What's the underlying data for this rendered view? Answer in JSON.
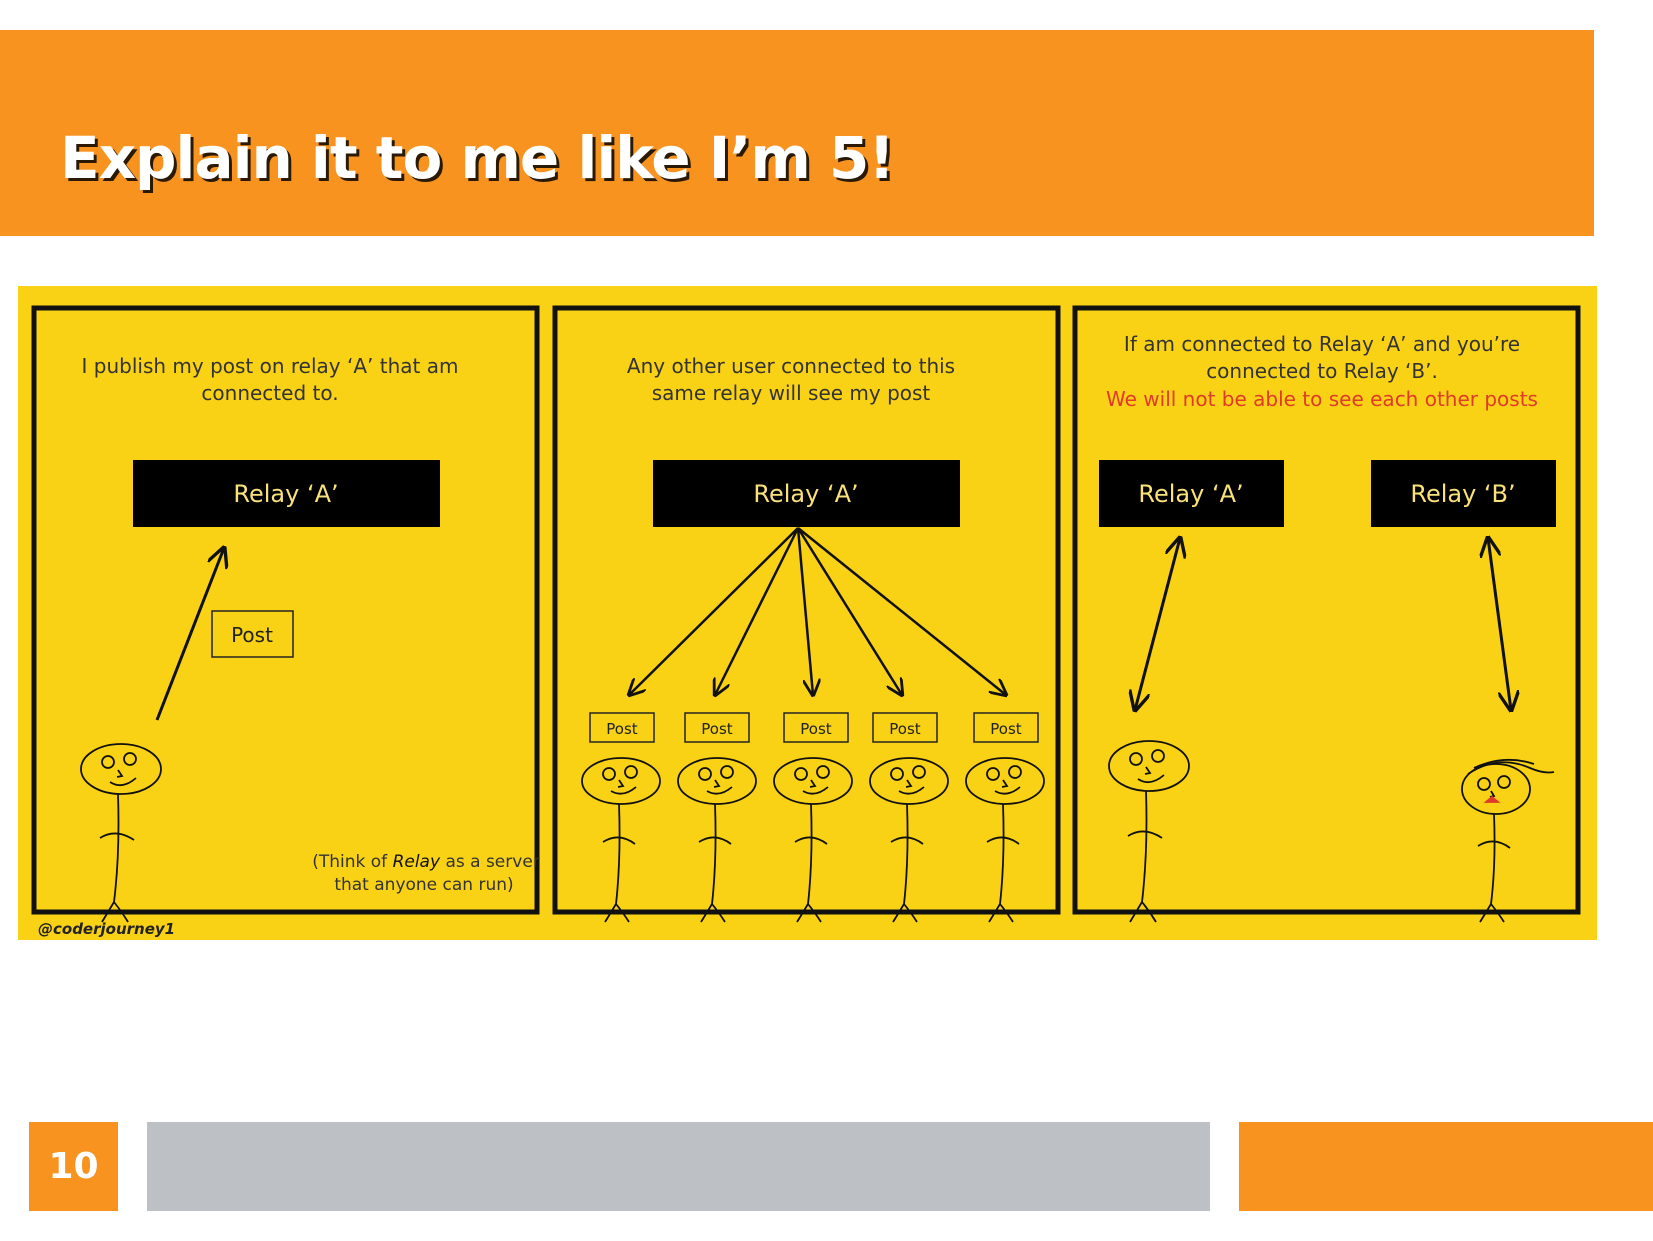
{
  "slide": {
    "title": "Explain it to me like I’m 5!",
    "page_number": "10"
  },
  "colors": {
    "accent_orange": "#f7931e",
    "footer_gray": "#bdc1c6",
    "comic_yellow": "#f9d215",
    "warning_red": "#e03a2a"
  },
  "comic": {
    "panel1": {
      "caption_line1": "I publish my post on relay ‘A’ that am",
      "caption_line2": "connected to.",
      "relay_label": "Relay ‘A’",
      "post_label": "Post",
      "note_line1_pre": "(Think of ",
      "note_line1_em": "Relay",
      "note_line1_post": " as a server",
      "note_line2": "that anyone can run)"
    },
    "panel2": {
      "caption_line1": "Any other user connected to this",
      "caption_line2": "same relay will see my post",
      "relay_label": "Relay ‘A’",
      "post_label": "Post"
    },
    "panel3": {
      "caption_line1": "If am connected to Relay ‘A’ and you’re",
      "caption_line2": "connected to Relay ‘B’.",
      "caption_line3": "We will not be able to see each other posts",
      "relay_a_label": "Relay ‘A’",
      "relay_b_label": "Relay ‘B’"
    },
    "credit": "@coderjourney1"
  }
}
